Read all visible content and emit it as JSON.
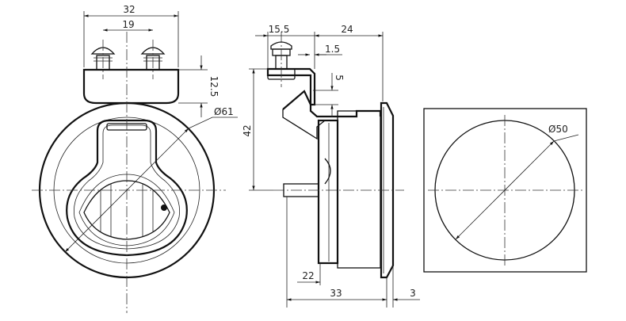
{
  "drawing": {
    "front_view": {
      "dim_width": "32",
      "dim_screw_spacing": "19",
      "dim_cap_height": "12.5",
      "dim_diameter": "Ø61"
    },
    "side_view": {
      "dim_screw_offset": "15.5",
      "dim_depth_top": "24",
      "dim_bracket_thickness": "1.5",
      "dim_gap": "5",
      "dim_height": "42",
      "dim_body": "22",
      "dim_total_depth": "33",
      "dim_flange": "3"
    },
    "cutout_view": {
      "dim_cutout_diameter": "Ø50"
    }
  }
}
